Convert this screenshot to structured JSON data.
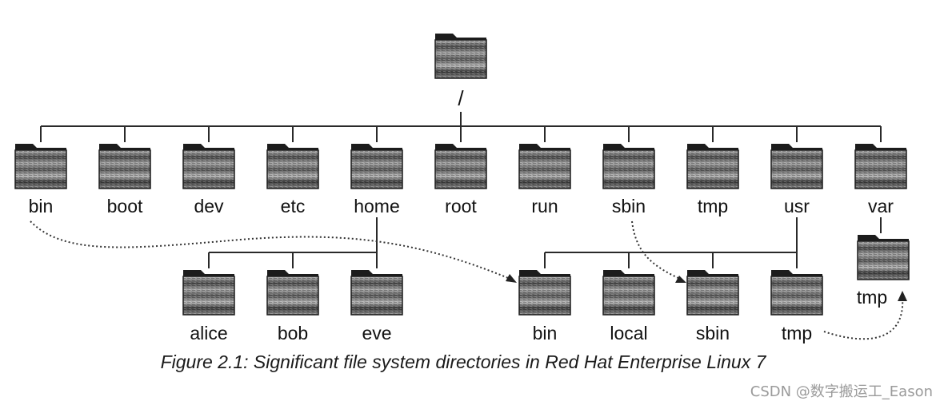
{
  "diagram": {
    "root": {
      "label": "/"
    },
    "level1": [
      "bin",
      "boot",
      "dev",
      "etc",
      "home",
      "root",
      "run",
      "sbin",
      "tmp",
      "usr",
      "var"
    ],
    "home_children": [
      "alice",
      "bob",
      "eve"
    ],
    "usr_children": [
      "bin",
      "local",
      "sbin",
      "tmp"
    ],
    "var_children": [
      "tmp"
    ]
  },
  "caption": "Figure 2.1: Significant file system directories in Red Hat Enterprise Linux 7",
  "watermark": "CSDN @数字搬运工_Eason",
  "colors": {
    "folder_dark": "#1c1c1c",
    "folder_mid": "#6a6a6a",
    "folder_light": "#b8b8b8",
    "line": "#2a2a2a"
  },
  "icons": {
    "folder": "folder-icon"
  }
}
